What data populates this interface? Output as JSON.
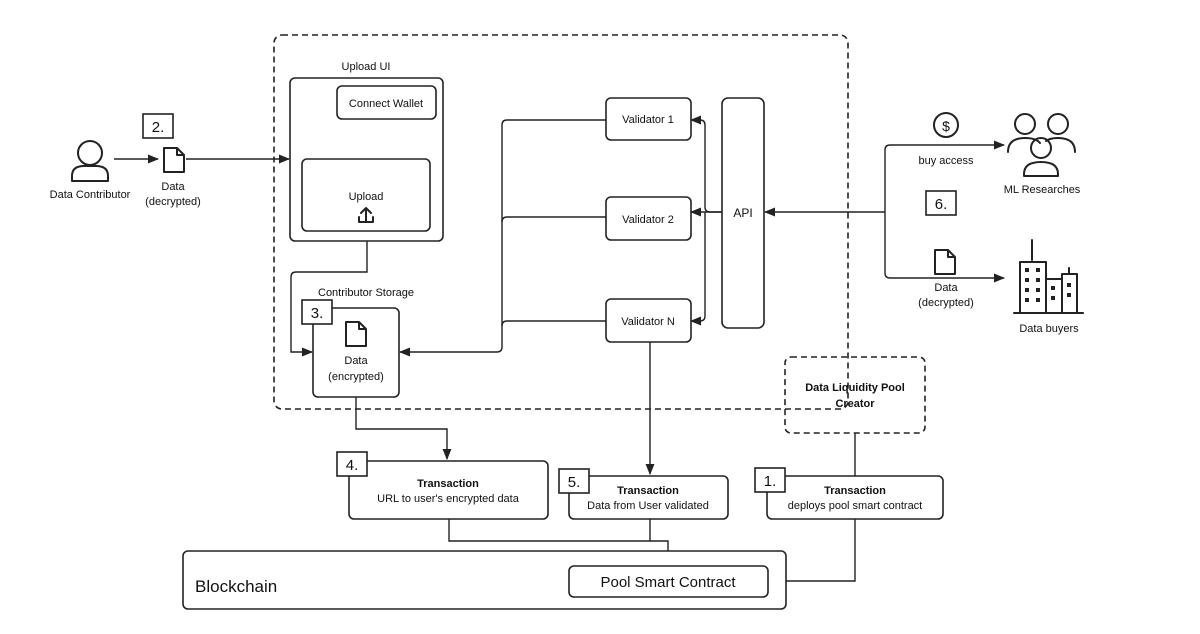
{
  "actors": {
    "contributor": "Data Contributor",
    "researchers": "ML Researches",
    "buyers": "Data buyers"
  },
  "steps": {
    "s1": "1.",
    "s2": "2.",
    "s3": "3.",
    "s4": "4.",
    "s5": "5.",
    "s6": "6."
  },
  "data_decrypted_left": {
    "line1": "Data",
    "line2": "(decrypted)"
  },
  "data_decrypted_right": {
    "line1": "Data",
    "line2": "(decrypted)"
  },
  "upload_ui": {
    "title": "Upload UI",
    "connect_wallet": "Connect Wallet",
    "upload": "Upload"
  },
  "storage": {
    "title": "Contributor Storage",
    "line1": "Data",
    "line2": "(encrypted)"
  },
  "validators": {
    "v1": "Validator 1",
    "v2": "Validator 2",
    "vn": "Validator N"
  },
  "api": "API",
  "buy_access": "buy access",
  "dollar": "$",
  "pool_creator": {
    "line1": "Data Liquidity Pool",
    "line2": "Creator"
  },
  "transactions": {
    "t4": {
      "title": "Transaction",
      "desc": "URL to user's encrypted data"
    },
    "t5": {
      "title": "Transaction",
      "desc": "Data from User validated"
    },
    "t1": {
      "title": "Transaction",
      "desc": "deploys pool smart contract"
    }
  },
  "blockchain": {
    "title": "Blockchain",
    "contract": "Pool Smart Contract"
  }
}
